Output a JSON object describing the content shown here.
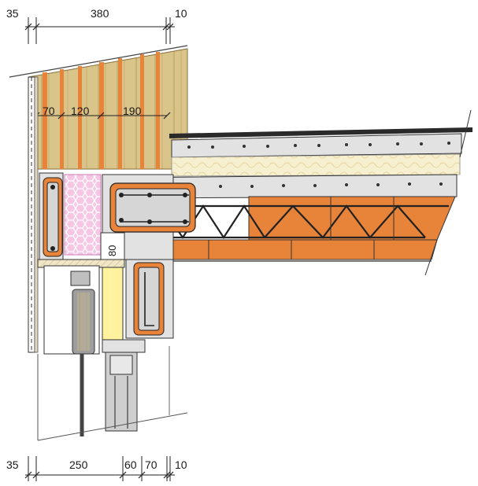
{
  "dimensions": {
    "top": [
      "35",
      "380",
      "10"
    ],
    "inner": [
      "70",
      "120",
      "190"
    ],
    "bottom": [
      "35",
      "250",
      "60",
      "70",
      "10"
    ],
    "lintel": "80"
  },
  "colors": {
    "brick": "#e8833a",
    "wood": "#d9c48a",
    "concrete": "#e2e2e2",
    "insulation_pink": "#f6c6e4",
    "mineral_wool": "#f7f0d0",
    "yellow_board": "#fff3a0",
    "outline": "#222222"
  }
}
